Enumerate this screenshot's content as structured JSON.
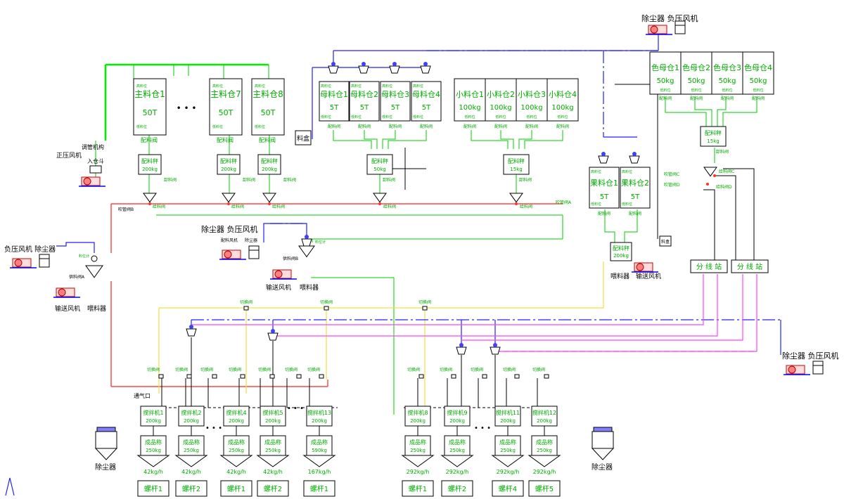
{
  "main_bins": [
    {
      "name": "主料仓1",
      "cap": "50T",
      "top": "高料位",
      "bottom": "低料位",
      "valve": "配料阀"
    },
    {
      "name": "主料仓7",
      "cap": "50T",
      "top": "高料位",
      "bottom": "低料位",
      "valve": "配料阀"
    },
    {
      "name": "主料仓8",
      "cap": "50T",
      "top": "高料位",
      "bottom": "低料位",
      "valve": "配料阀"
    }
  ],
  "main_scales": [
    {
      "name": "配料秤",
      "cap": "200kg",
      "valve": "卸料阀"
    },
    {
      "name": "配料秤",
      "cap": "200kg",
      "valve": "卸料阀"
    },
    {
      "name": "配料秤",
      "cap": "200kg",
      "valve": "卸料阀"
    }
  ],
  "ellipsis": "• • •",
  "mother_bins": [
    {
      "name": "母料仓1",
      "cap": "5T",
      "top": "高料位",
      "bottom": "低料位",
      "valve": "配料阀"
    },
    {
      "name": "母料仓2",
      "cap": "5T",
      "top": "高料位",
      "bottom": "低料位",
      "valve": "配料阀"
    },
    {
      "name": "母料仓3",
      "cap": "5T",
      "top": "高料位",
      "bottom": "低料位",
      "valve": "配料阀"
    },
    {
      "name": "母料仓4",
      "cap": "5T",
      "top": "高料位",
      "bottom": "低料位",
      "valve": "配料阀"
    }
  ],
  "mother_scale": {
    "name": "配料秤",
    "cap": "50kg",
    "valve": "卸料阀"
  },
  "small_bins": [
    {
      "name": "小料仓1",
      "cap": "100kg",
      "bottom": "低料位",
      "valve": "配料阀"
    },
    {
      "name": "小料仓2",
      "cap": "100kg",
      "bottom": "低料位",
      "valve": "配料阀"
    },
    {
      "name": "小料仓3",
      "cap": "100kg",
      "bottom": "低料位",
      "valve": "配料阀"
    },
    {
      "name": "小料仓4",
      "cap": "100kg",
      "bottom": "低料位",
      "valve": "配料阀"
    }
  ],
  "small_scale": {
    "name": "配料秤",
    "cap": "15kg",
    "valve": "卸料阀"
  },
  "color_bins": [
    {
      "name": "色母仓1",
      "cap": "50kg",
      "bottom": "低料位",
      "valve": "配料阀"
    },
    {
      "name": "色母仓2",
      "cap": "50kg",
      "bottom": "低料位",
      "valve": "配料阀"
    },
    {
      "name": "色母仓3",
      "cap": "50kg",
      "bottom": "低料位",
      "valve": "配料阀"
    },
    {
      "name": "色母仓4",
      "cap": "50kg",
      "bottom": "低料位",
      "valve": "配料阀"
    }
  ],
  "color_scale": {
    "name": "配料秤",
    "cap": "15kg",
    "valve": "卸料阀"
  },
  "fruit_bins": [
    {
      "name": "果料仓1",
      "cap": "5T",
      "top": "高料位",
      "bottom": "低料位",
      "valve": "配料阀"
    },
    {
      "name": "果料仓2",
      "cap": "5T",
      "top": "高料位",
      "bottom": "低料位",
      "valve": "配料阀"
    }
  ],
  "fruit_scale": {
    "name": "配料秤",
    "cap": "200kg"
  },
  "feed_valve": "给料阀",
  "labels": {
    "dust_neg_top": "除尘器 负压风机",
    "dust_neg_mid": "除尘器 负压风机",
    "dust_neg_right": "除尘器 负压风机",
    "neg_fan_dust_left": "负压风机 除尘器",
    "pos_fan": "正压风机",
    "pipe_in": "调管机构",
    "bin_in": "入仓斗",
    "hopper": "料盒",
    "hopper2": "料盒",
    "conv_fan_left": "输送风机",
    "feeder_left": "喂料器",
    "conv_fan_mid": "输送风机",
    "feeder_mid": "喂料器",
    "feeder_right": "喂料器",
    "conv_fan_right": "输送风机",
    "blow_left": "供料阀A",
    "blow_mid": "供料阀B",
    "cut_switch": "切换阀",
    "air_inlet": "通气口",
    "blow_valve": "吹管阀B",
    "blow_valve_r": "吹管阀A",
    "blow_c": "吹管阀C",
    "blow_d": "吹管阀D",
    "feed_c": "给料阀C",
    "feed_d": "给料阀D",
    "dust_left_bottom": "除尘器",
    "dust_right_bottom": "除尘器",
    "dust_fan_small": "配料风机",
    "dust_small": "除尘器",
    "level_sensor": "料位计",
    "switch_unit": "切换阀"
  },
  "distribution": [
    {
      "name": "分 线 站"
    },
    {
      "name": "分 线 站"
    }
  ],
  "mixers": [
    {
      "name": "搅拌机1",
      "cap": "200kg",
      "product": "成品称",
      "pcap": "250kg",
      "rate": "42kg/h",
      "screw": "螺杆1"
    },
    {
      "name": "搅拌机2",
      "cap": "200kg",
      "product": "成品称",
      "pcap": "250kg",
      "rate": "42kg/h",
      "screw": "螺杆2"
    },
    {
      "name": "搅拌机4",
      "cap": "200kg",
      "product": "成品称",
      "pcap": "250kg",
      "rate": "42kg/h",
      "screw": "螺杆1"
    },
    {
      "name": "搅拌机5",
      "cap": "200kg",
      "product": "成品称",
      "pcap": "250kg",
      "rate": "42kg/h",
      "screw": "螺杆2"
    },
    {
      "name": "搅拌机13",
      "cap": "200kg",
      "product": "成品称",
      "pcap": "590kg",
      "rate": "167kg/h",
      "screw": "螺杆1"
    },
    {
      "name": "搅拌机8",
      "cap": "200kg",
      "product": "成品称",
      "pcap": "250kg",
      "rate": "292kg/h",
      "screw": "螺杆1"
    },
    {
      "name": "搅拌机9",
      "cap": "200kg",
      "product": "成品称",
      "pcap": "250kg",
      "rate": "292kg/h",
      "screw": "螺杆2"
    },
    {
      "name": "搅拌机11",
      "cap": "200kg",
      "product": "成品称",
      "pcap": "250kg",
      "rate": "292kg/h",
      "screw": "螺杆4"
    },
    {
      "name": "搅拌机12",
      "cap": "200kg",
      "product": "成品称",
      "pcap": "250kg",
      "rate": "292kg/h",
      "screw": "螺杆5"
    }
  ],
  "switch_labels": [
    "切换阀",
    "切换阀",
    "切换阀",
    "切换阀",
    "切换阀",
    "切换阀",
    "切换阀",
    "切换阀",
    "切换阀",
    "切换阀",
    "切换阀",
    "切换阀"
  ],
  "top_switch_labels": [
    "切换阀",
    "切换阀",
    "切换阀"
  ]
}
